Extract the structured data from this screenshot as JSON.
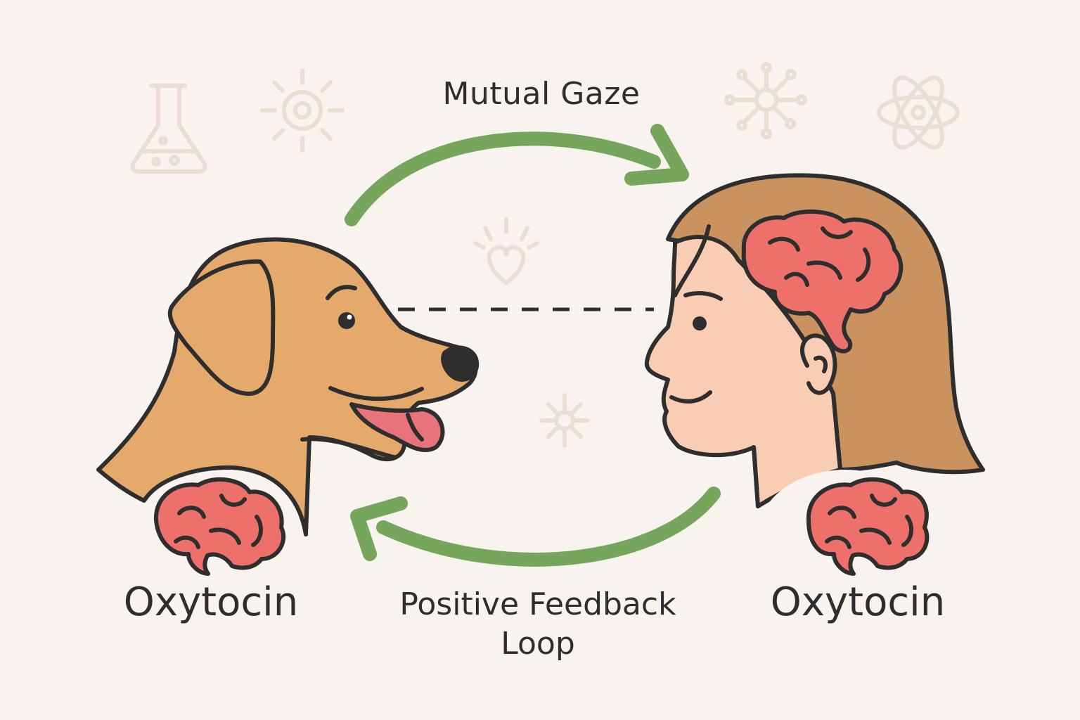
{
  "labels": {
    "mutual_gaze": "Mutual Gaze",
    "oxytocin_dog": "Oxytocin",
    "oxytocin_human": "Oxytocin",
    "feedback_line1": "Positive Feedback",
    "feedback_line2": "Loop"
  },
  "colors": {
    "background": "#f8f3ee",
    "arrow": "#76a55c",
    "outline": "#2e2e2e",
    "dog_fur": "#e6a96c",
    "human_skin": "#f8cdb4",
    "human_hair": "#c9925f",
    "brain": "#ee706a",
    "tongue": "#e8737a",
    "faint_icon": "#eadfd2"
  },
  "icons": [
    "flask-icon",
    "sun-icon",
    "molecule-icon",
    "atom-icon",
    "heart-icon"
  ]
}
